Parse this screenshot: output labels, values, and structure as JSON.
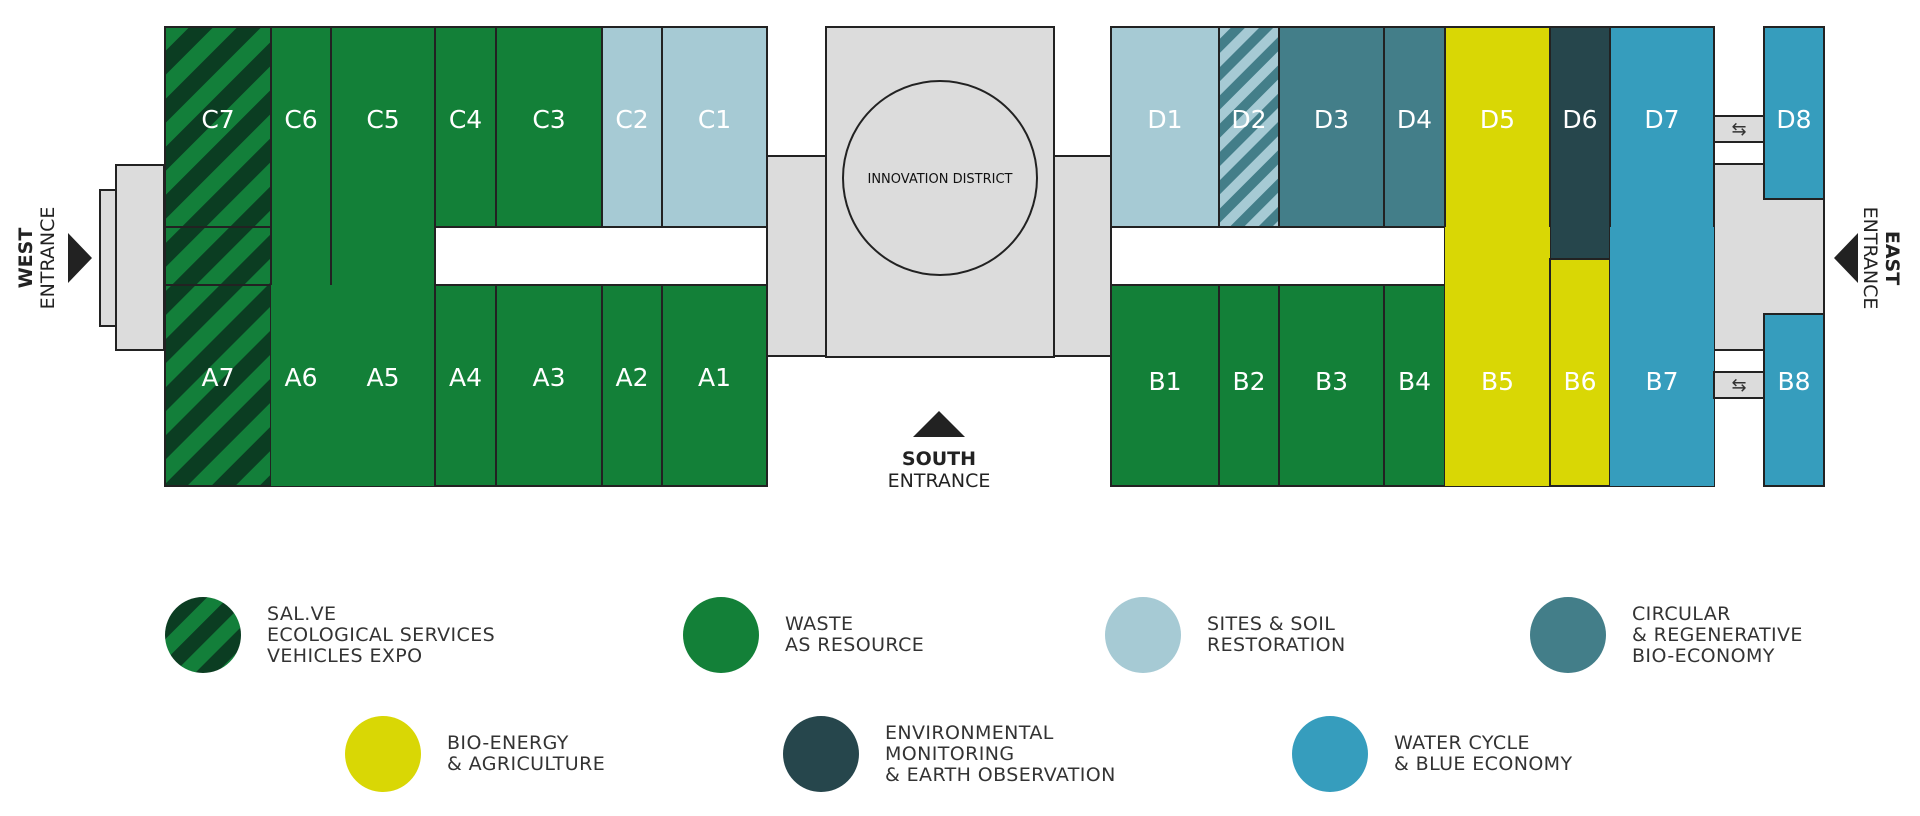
{
  "colors": {
    "waste": "#138038",
    "salve_dark": "#0b3d22",
    "salve_stripe": "#137f3a",
    "sites": "#a6cad4",
    "circular": "#437e89",
    "bioenergy": "#d9d705",
    "envmon": "#26464c",
    "water": "#369dbd",
    "corridor": "#dcdcdc",
    "outline": "#222222"
  },
  "map": {
    "halls": [
      {
        "id": "C7",
        "label": "C7",
        "theme": "salve"
      },
      {
        "id": "C6",
        "label": "C6",
        "theme": "waste"
      },
      {
        "id": "C5",
        "label": "C5",
        "theme": "waste"
      },
      {
        "id": "C4",
        "label": "C4",
        "theme": "waste"
      },
      {
        "id": "C3",
        "label": "C3",
        "theme": "waste"
      },
      {
        "id": "C2",
        "label": "C2",
        "theme": "sites"
      },
      {
        "id": "C1",
        "label": "C1",
        "theme": "sites"
      },
      {
        "id": "A7",
        "label": "A7",
        "theme": "salve"
      },
      {
        "id": "A6",
        "label": "A6",
        "theme": "waste"
      },
      {
        "id": "A5",
        "label": "A5",
        "theme": "waste"
      },
      {
        "id": "A4",
        "label": "A4",
        "theme": "waste"
      },
      {
        "id": "A3",
        "label": "A3",
        "theme": "waste"
      },
      {
        "id": "A2",
        "label": "A2",
        "theme": "waste"
      },
      {
        "id": "A1",
        "label": "A1",
        "theme": "waste"
      },
      {
        "id": "D1",
        "label": "D1",
        "theme": "sites"
      },
      {
        "id": "D2",
        "label": "D2",
        "theme": "sites-striped"
      },
      {
        "id": "D3",
        "label": "D3",
        "theme": "circular"
      },
      {
        "id": "D4",
        "label": "D4",
        "theme": "circular"
      },
      {
        "id": "D5",
        "label": "D5",
        "theme": "bioenergy"
      },
      {
        "id": "D6",
        "label": "D6",
        "theme": "envmon"
      },
      {
        "id": "D7",
        "label": "D7",
        "theme": "water"
      },
      {
        "id": "D8",
        "label": "D8",
        "theme": "water"
      },
      {
        "id": "B1",
        "label": "B1",
        "theme": "waste"
      },
      {
        "id": "B2",
        "label": "B2",
        "theme": "waste"
      },
      {
        "id": "B3",
        "label": "B3",
        "theme": "waste"
      },
      {
        "id": "B4",
        "label": "B4",
        "theme": "waste"
      },
      {
        "id": "B5",
        "label": "B5",
        "theme": "bioenergy"
      },
      {
        "id": "B6",
        "label": "B6",
        "theme": "bioenergy"
      },
      {
        "id": "B7",
        "label": "B7",
        "theme": "water"
      },
      {
        "id": "B8",
        "label": "B8",
        "theme": "water"
      }
    ],
    "innovation_label": "INNOVATION DISTRICT",
    "west_entrance": {
      "line1": "WEST",
      "line2": "ENTRANCE"
    },
    "east_entrance": {
      "line1": "EAST",
      "line2": "ENTRANCE"
    },
    "south_entrance": {
      "line1": "SOUTH",
      "line2": "ENTRANCE"
    },
    "connector_glyph": "⇆"
  },
  "legend": [
    {
      "theme": "salve",
      "lines": [
        "SAL.VE",
        "ECOLOGICAL SERVICES",
        "VEHICLES EXPO"
      ]
    },
    {
      "theme": "waste",
      "lines": [
        "WASTE",
        "AS RESOURCE"
      ]
    },
    {
      "theme": "sites",
      "lines": [
        "SITES & SOIL",
        "RESTORATION"
      ]
    },
    {
      "theme": "circular",
      "lines": [
        "CIRCULAR",
        "& REGENERATIVE",
        "BIO-ECONOMY"
      ]
    },
    {
      "theme": "bioenergy",
      "lines": [
        "BIO-ENERGY",
        "& AGRICULTURE"
      ]
    },
    {
      "theme": "envmon",
      "lines": [
        "ENVIRONMENTAL",
        "MONITORING",
        "& EARTH OBSERVATION"
      ]
    },
    {
      "theme": "water",
      "lines": [
        "WATER CYCLE",
        "& BLUE ECONOMY"
      ]
    }
  ]
}
